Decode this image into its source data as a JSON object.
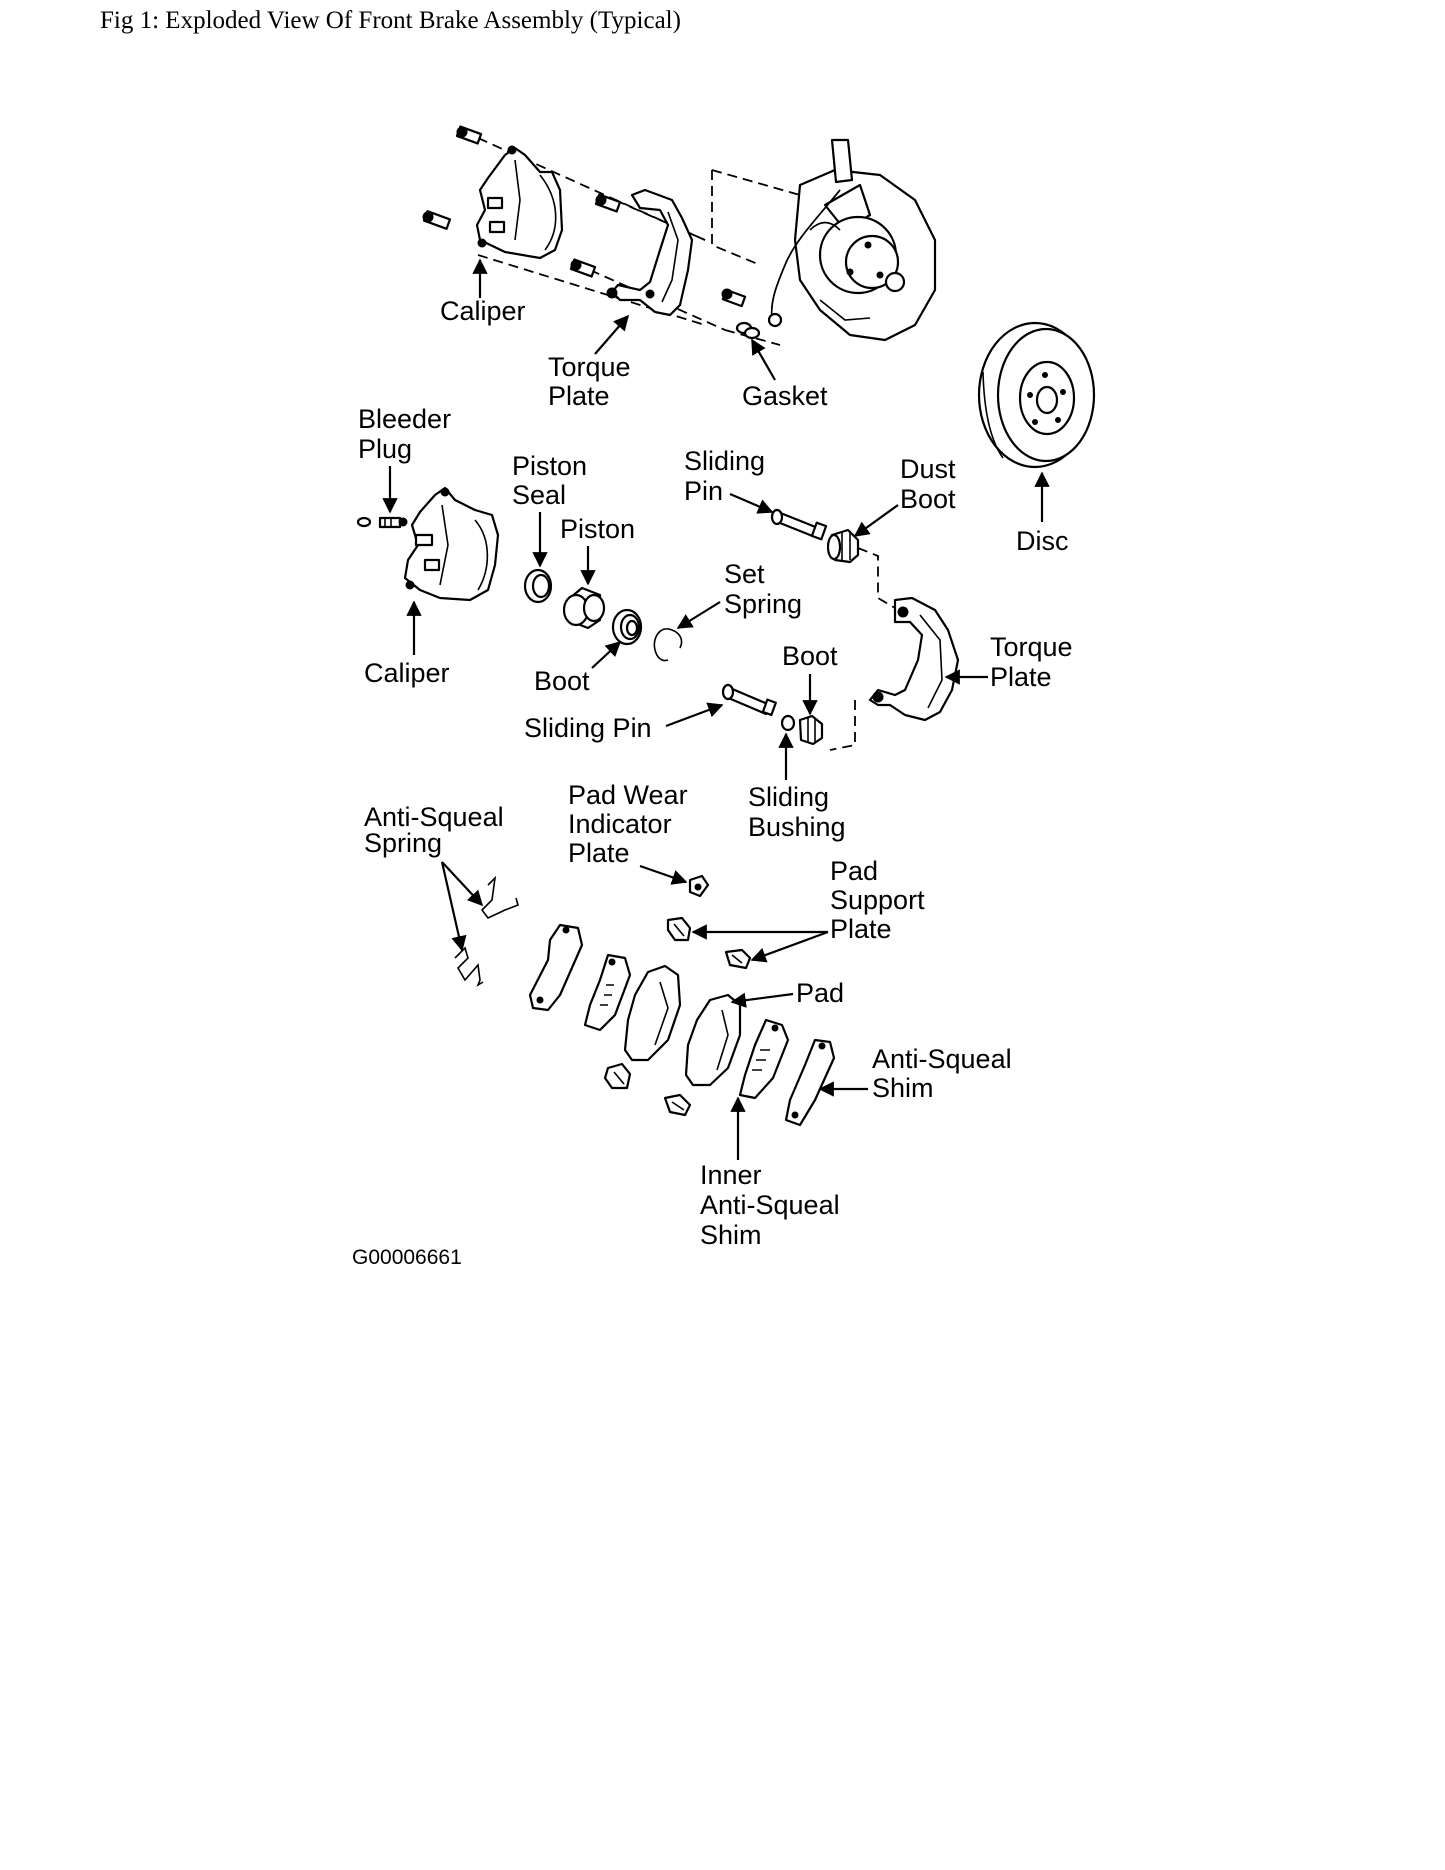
{
  "figure": {
    "title": "Fig 1: Exploded View Of Front Brake Assembly (Typical)",
    "image_code": "G00006661"
  },
  "labels": {
    "caliper_top": [
      "Caliper"
    ],
    "torque_plate_top": [
      "Torque",
      "Plate"
    ],
    "gasket": [
      "Gasket"
    ],
    "disc": [
      "Disc"
    ],
    "bleeder_plug": [
      "Bleeder",
      "Plug"
    ],
    "piston_seal": [
      "Piston",
      "Seal"
    ],
    "piston": [
      "Piston"
    ],
    "sliding_pin_top": [
      "Sliding",
      "Pin"
    ],
    "dust_boot": [
      "Dust",
      "Boot"
    ],
    "set_spring": [
      "Set",
      "Spring"
    ],
    "caliper_mid": [
      "Caliper"
    ],
    "boot_left": [
      "Boot"
    ],
    "boot_right": [
      "Boot"
    ],
    "torque_plate_mid": [
      "Torque",
      "Plate"
    ],
    "sliding_pin_bottom": [
      "Sliding Pin"
    ],
    "sliding_bushing": [
      "Sliding",
      "Bushing"
    ],
    "anti_squeal_spring": [
      "Anti-Squeal",
      "Spring"
    ],
    "pad_wear_indicator": [
      "Pad Wear",
      "Indicator",
      "Plate"
    ],
    "pad_support_plate": [
      "Pad",
      "Support",
      "Plate"
    ],
    "pad": [
      "Pad"
    ],
    "anti_squeal_shim": [
      "Anti-Squeal",
      "Shim"
    ],
    "inner_anti_squeal_shim": [
      "Inner",
      "Anti-Squeal",
      "Shim"
    ]
  }
}
